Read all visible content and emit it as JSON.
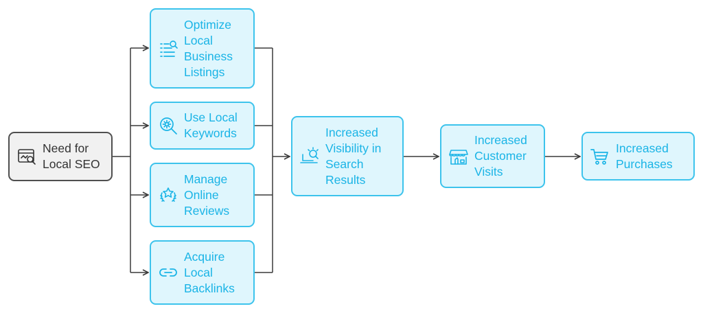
{
  "colors": {
    "accent": "#1ab4e6",
    "node_fill": "#dff6fd",
    "node_border": "#3cc3ec",
    "start_fill": "#f1f1f1",
    "start_border": "#4f4f4f",
    "connector": "#3a3a3a"
  },
  "nodes": {
    "start": {
      "label": "Need for\nLocal SEO",
      "icon": "browser-search-icon"
    },
    "optimize": {
      "label": "Optimize\nLocal\nBusiness\nListings",
      "icon": "list-search-icon"
    },
    "keywords": {
      "label": "Use Local\nKeywords",
      "icon": "magnifier-gear-icon"
    },
    "reviews": {
      "label": "Manage\nOnline\nReviews",
      "icon": "laurel-star-icon"
    },
    "backlinks": {
      "label": "Acquire\nLocal\nBacklinks",
      "icon": "link-icon"
    },
    "visibility": {
      "label": "Increased\nVisibility in\nSearch\nResults",
      "icon": "laptop-search-icon"
    },
    "visits": {
      "label": "Increased\nCustomer\nVisits",
      "icon": "storefront-icon"
    },
    "purchases": {
      "label": "Increased\nPurchases",
      "icon": "shopping-cart-icon"
    }
  }
}
